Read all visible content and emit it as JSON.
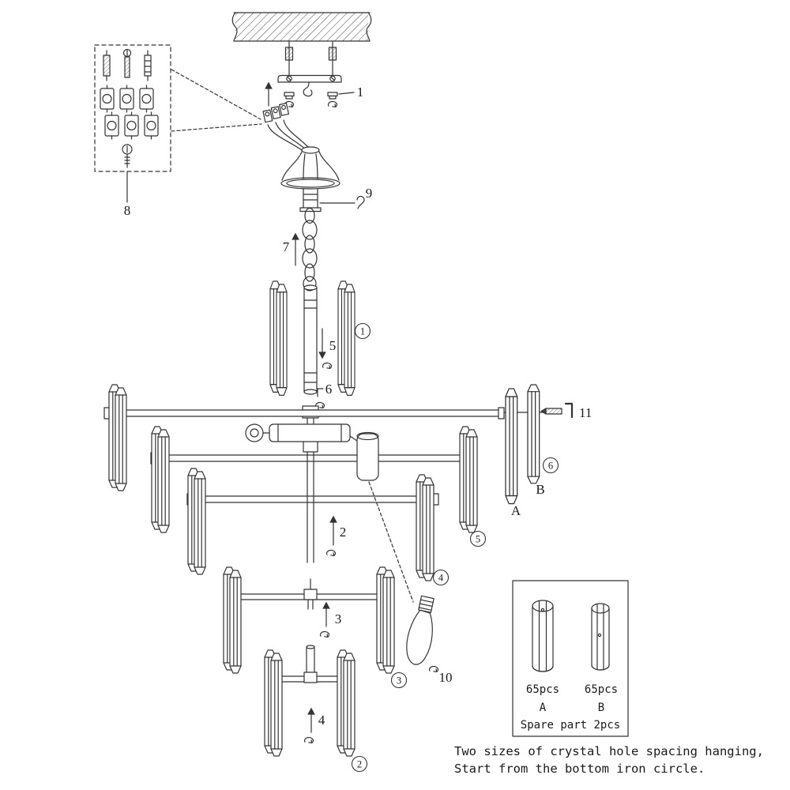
{
  "callouts": {
    "n1": "1",
    "n2": "2",
    "n3": "3",
    "n4": "4",
    "n5": "5",
    "n6": "6",
    "n7": "7",
    "n8": "8",
    "n9": "9",
    "n10": "10",
    "n11": "11"
  },
  "steps": {
    "s1": "1",
    "s2": "2",
    "s3": "3",
    "s4": "4",
    "s5": "5",
    "s6": "6"
  },
  "crystals": {
    "a": "A",
    "b": "B"
  },
  "spare_box": {
    "count_a": "65pcs",
    "count_b": "65pcs",
    "label_a": "A",
    "label_b": "B",
    "note": "Spare part 2pcs"
  },
  "footer": {
    "line1": "Two sizes of crystal hole spacing hanging,",
    "line2": "Start from the bottom iron circle."
  },
  "line_color": "#333333",
  "background": "#ffffff"
}
